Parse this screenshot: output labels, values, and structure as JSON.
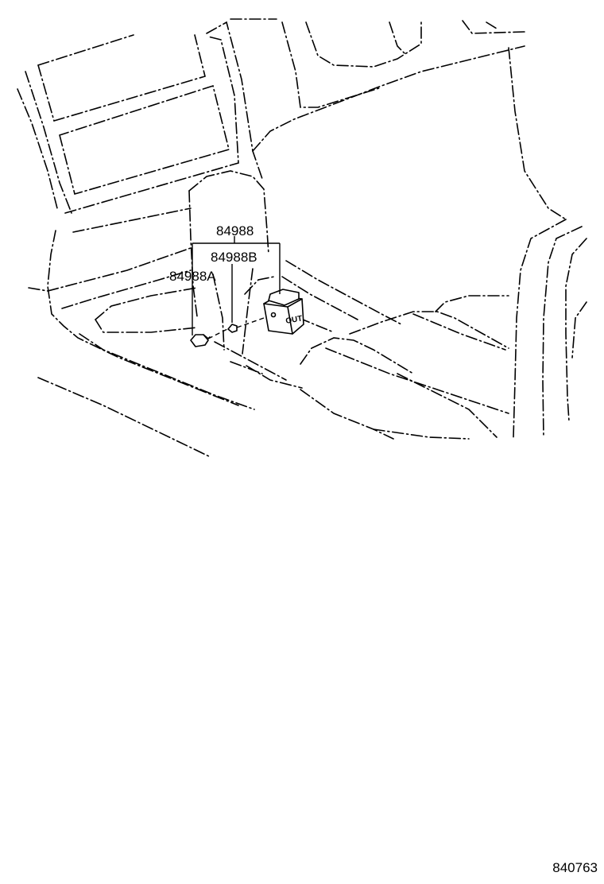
{
  "diagram": {
    "labels": {
      "assembly": "84988",
      "part_b": "84988B",
      "part_a": "84988A"
    },
    "switch_text": "OUT",
    "diagram_code": "840763"
  }
}
